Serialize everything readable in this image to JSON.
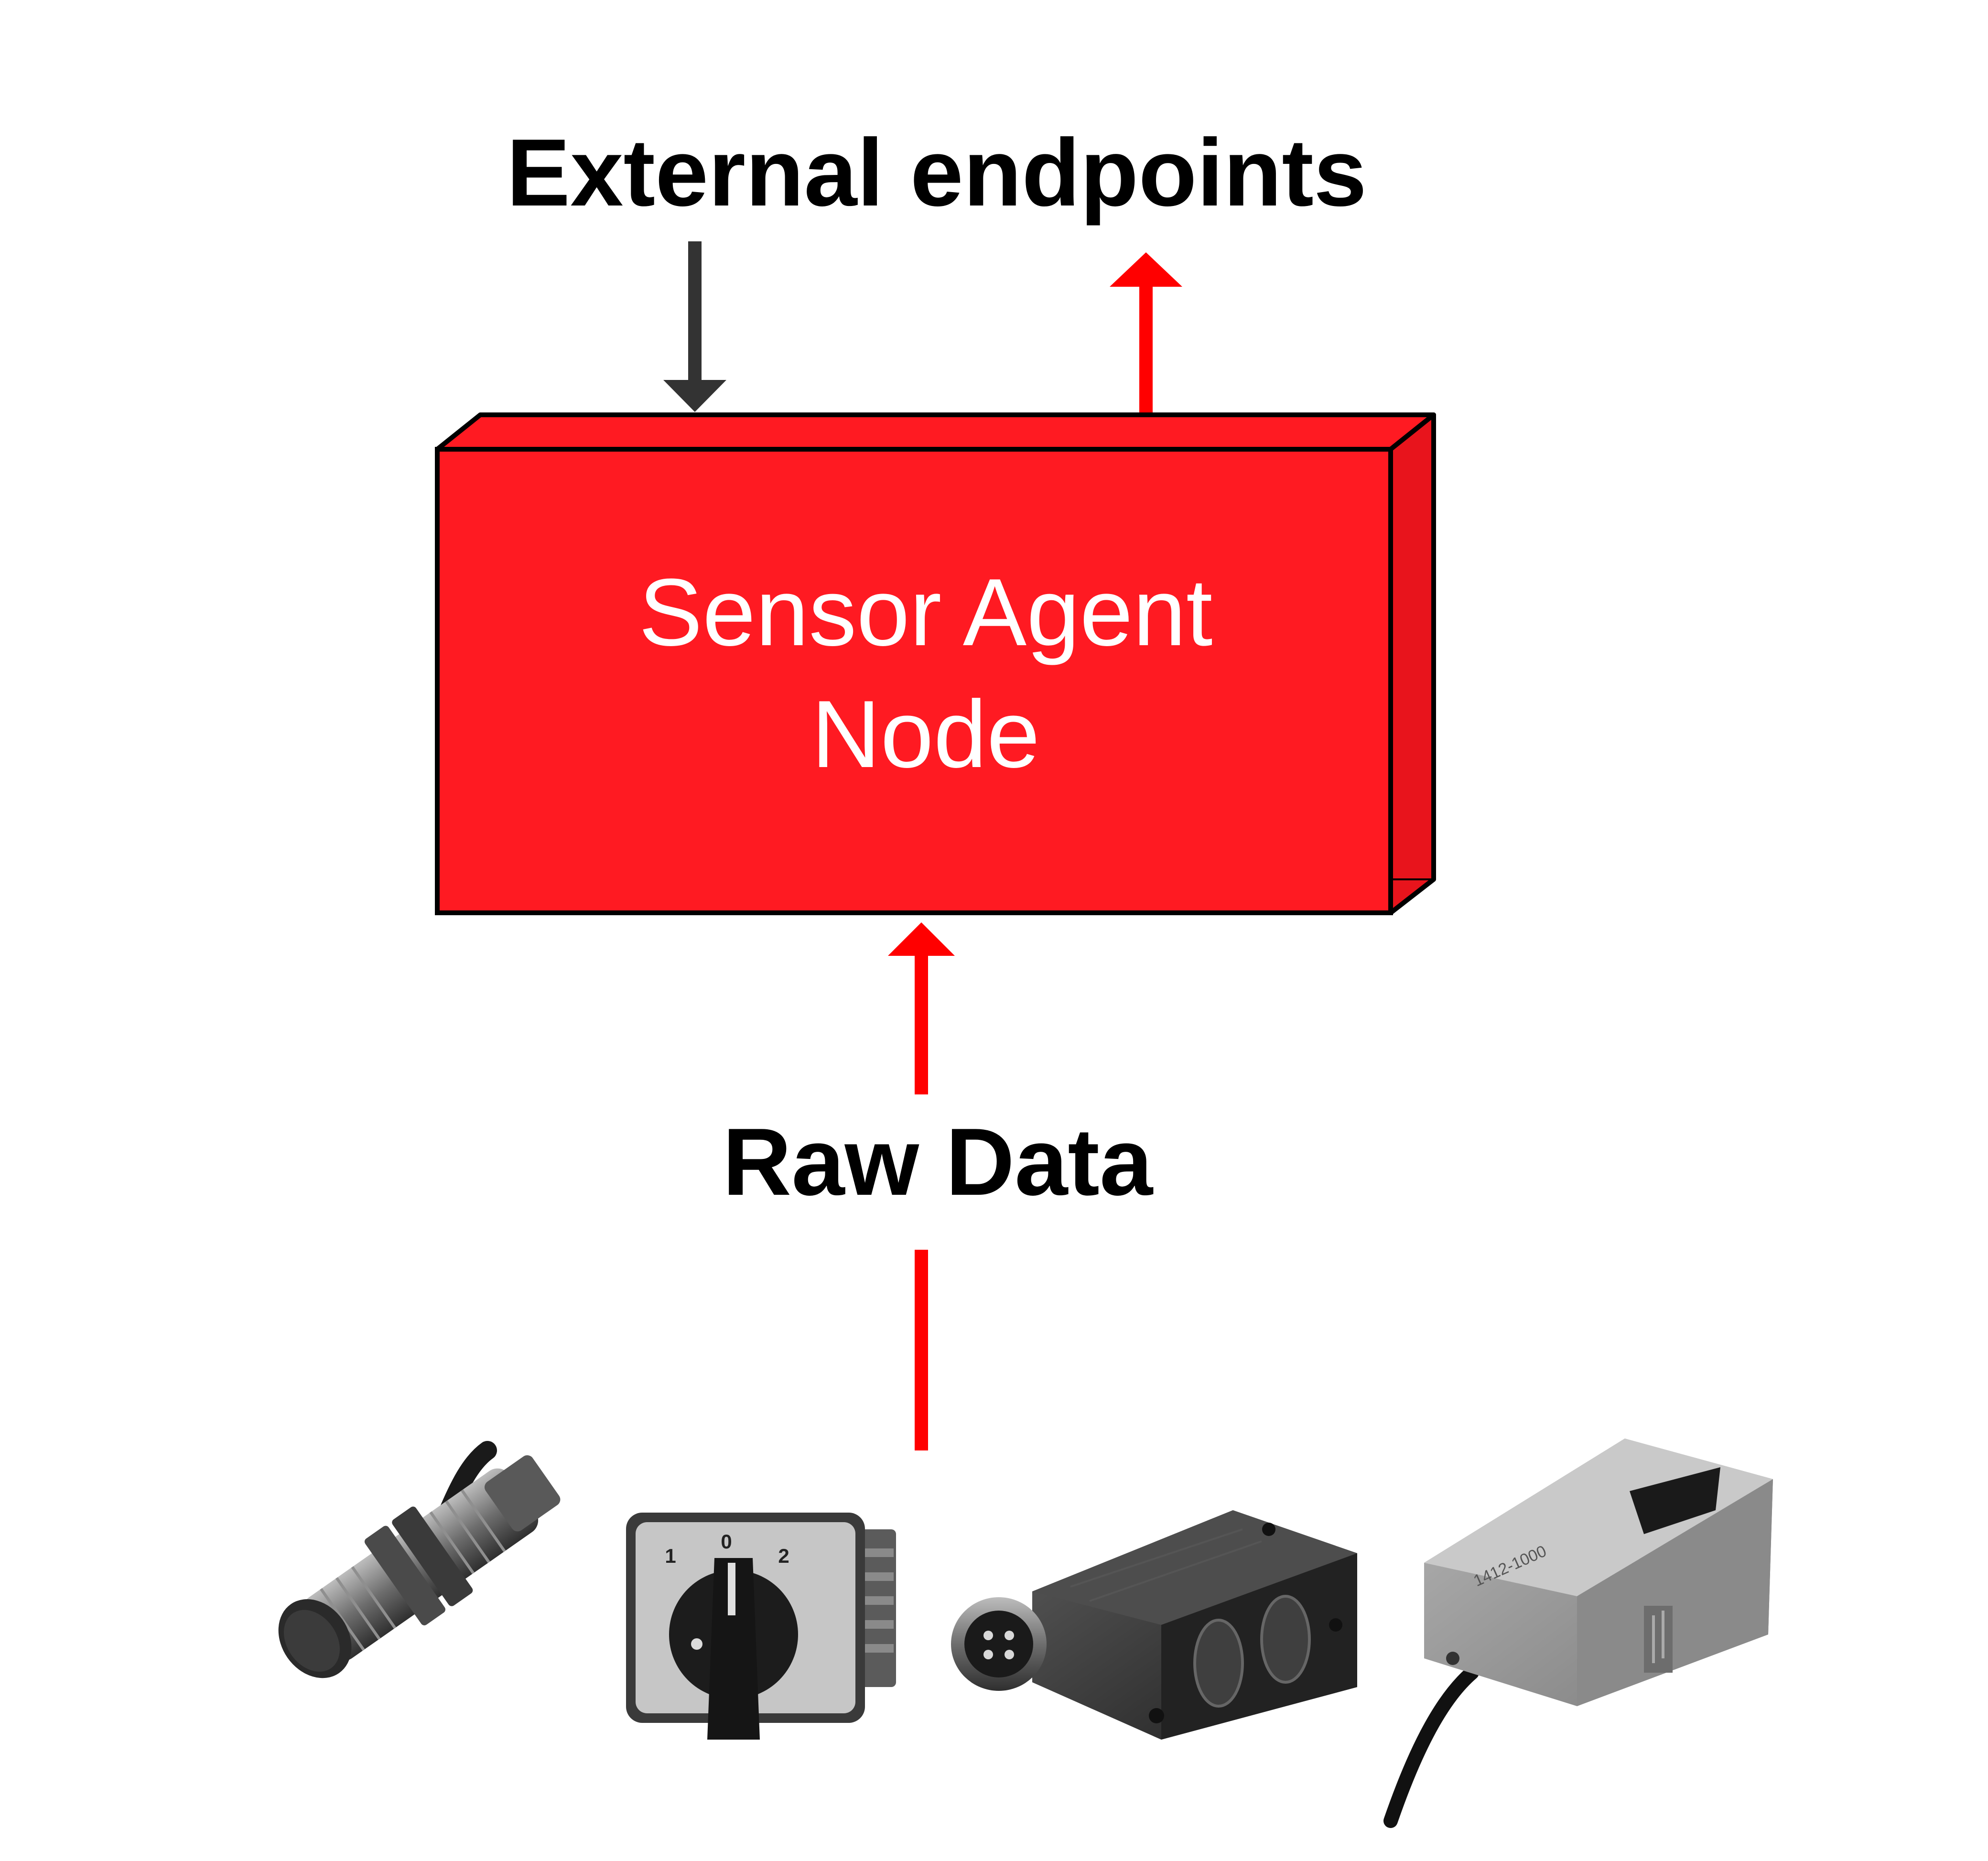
{
  "diagram": {
    "top_label": "External endpoints",
    "node": {
      "line1": "Sensor Agent",
      "line2": "Node"
    },
    "bottom_label": "Raw Data",
    "colors": {
      "node_fill": "#ff1a22",
      "node_side": "#e8141c",
      "outline": "#000000",
      "arrow_in": "#333333",
      "arrow_red": "#ff0000",
      "node_text": "#ffffff",
      "label_text": "#000000"
    }
  },
  "sensors": {
    "items": [
      {
        "name": "inductive-proximity-sensor"
      },
      {
        "name": "rotary-switch",
        "dial_labels": [
          "1",
          "0",
          "2"
        ]
      },
      {
        "name": "photoelectric-sensor"
      },
      {
        "name": "current-transformer-sensor",
        "label": "1412-1000"
      }
    ]
  }
}
